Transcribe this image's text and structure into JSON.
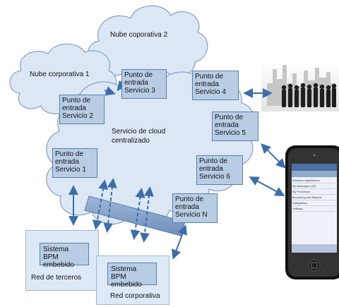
{
  "clouds": {
    "corp1": "Nube corporativa 1",
    "corp2": "Nube coporativa 2",
    "central_line1": "Servicio de cloud",
    "central_line2": "centralizado"
  },
  "entry_points": [
    {
      "line1": "Punto de",
      "line2": "entrada",
      "line3": "Servicio 1"
    },
    {
      "line1": "Punto de",
      "line2": "entrada",
      "line3": "Servicio 2"
    },
    {
      "line1": "Punto de",
      "line2": "entrada",
      "line3": "Servicio 3"
    },
    {
      "line1": "Punto de",
      "line2": "entrada",
      "line3": "Servicio 4"
    },
    {
      "line1": "Punto de",
      "line2": "entrada",
      "line3": "Servicio 5"
    },
    {
      "line1": "Punto de",
      "line2": "entrada",
      "line3": "Servicio 6"
    },
    {
      "line1": "Punto de",
      "line2": "entrada",
      "line3": "Servicio N"
    }
  ],
  "networks": {
    "third_party_label": "Red de terceros",
    "corporate_label": "Red corporativa",
    "bpm_line1": "Sistema BPM",
    "bpm_line2": "embebido"
  },
  "phone": {
    "menu": [
      "Workflow Applications",
      "My Messages (15)",
      "My Processes",
      "Monitoring and Reports",
      "Delegations",
      "Settings"
    ]
  },
  "colors": {
    "cloud_fill": "#dbe7f5",
    "cloud_stroke": "#8fa4c4",
    "box_fill": "#b8cde4",
    "box_stroke": "#5a7fb0",
    "arrow": "#3d6ea8"
  }
}
